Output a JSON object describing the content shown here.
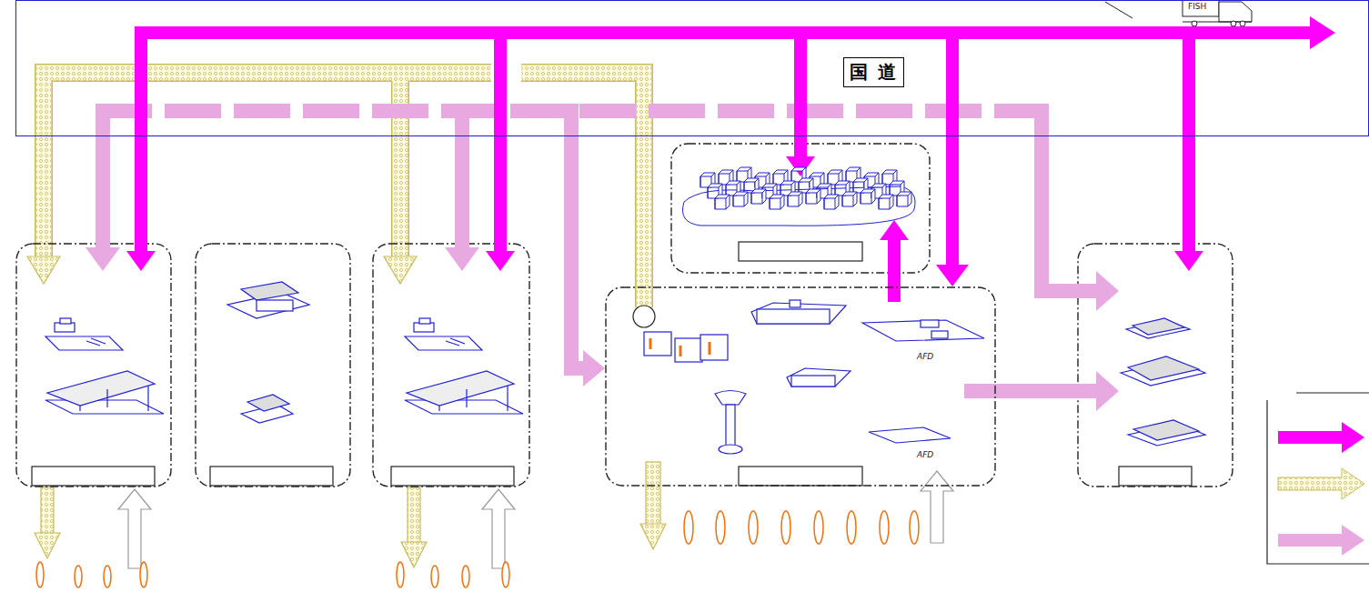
{
  "diagram": {
    "nodes": [
      {
        "text": [
          "国 道"
        ]
      },
      {
        "text": [
          "AFD",
          "AFD"
        ]
      }
    ],
    "edges": [
      {
        "from": 0,
        "to": 1,
        "arrow": "to"
      },
      {
        "from": 0,
        "to": 1,
        "arrow": "to"
      }
    ],
    "labels": [
      "FISH"
    ]
  }
}
